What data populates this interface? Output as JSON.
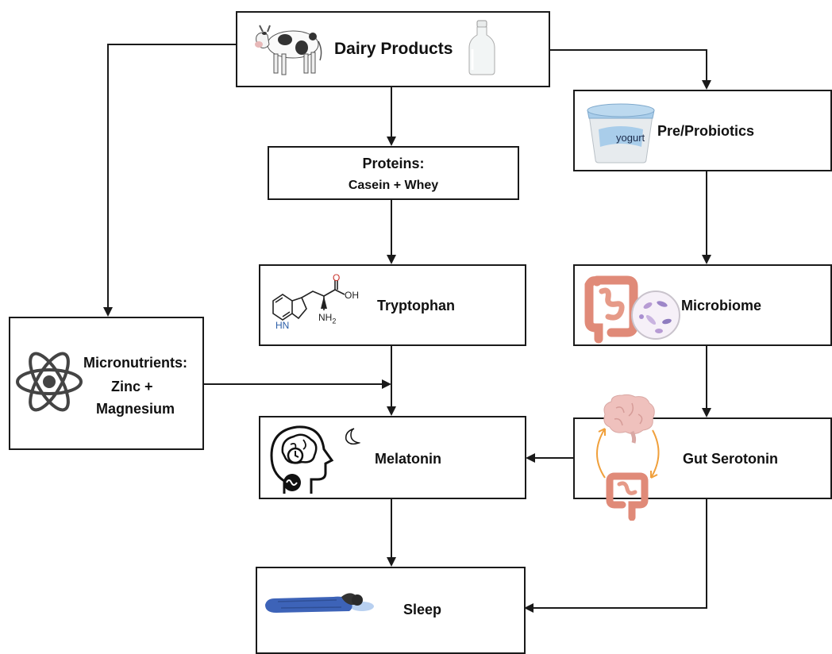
{
  "nodes": {
    "dairy": {
      "label": "Dairy Products"
    },
    "proteins": {
      "line1": "Proteins:",
      "line2": "Casein + Whey"
    },
    "probiotics": {
      "label": "Pre/Probiotics",
      "cup_text": "yogurt"
    },
    "tryptophan": {
      "label": "Tryptophan",
      "mol_oh": "OH",
      "mol_nh2": "NH",
      "mol_nh2_sub": "2",
      "mol_hn": "HN",
      "mol_o": "O"
    },
    "microbiome": {
      "label": "Microbiome"
    },
    "micronutrients": {
      "line1": "Micronutrients:",
      "line2": "Zinc +",
      "line3": "Magnesium"
    },
    "melatonin": {
      "label": "Melatonin"
    },
    "serotonin": {
      "label": "Gut Serotonin"
    },
    "sleep": {
      "label": "Sleep"
    }
  },
  "edges": [
    {
      "from": "dairy",
      "to": "proteins"
    },
    {
      "from": "dairy",
      "to": "probiotics"
    },
    {
      "from": "dairy",
      "to": "micronutrients"
    },
    {
      "from": "proteins",
      "to": "tryptophan"
    },
    {
      "from": "probiotics",
      "to": "microbiome"
    },
    {
      "from": "tryptophan",
      "to": "melatonin"
    },
    {
      "from": "micronutrients",
      "to": "melatonin"
    },
    {
      "from": "microbiome",
      "to": "serotonin"
    },
    {
      "from": "serotonin",
      "to": "melatonin"
    },
    {
      "from": "melatonin",
      "to": "sleep"
    },
    {
      "from": "serotonin",
      "to": "sleep"
    }
  ],
  "colors": {
    "border": "#1a1a1a",
    "arrow": "#1a1a1a",
    "intestine": "#e08a78",
    "brain": "#efc1bd",
    "cycle_arrow": "#f0a03c",
    "sleeping_bag": "#3d63b8",
    "atom": "#444444"
  },
  "icons": {
    "dairy_left": "cow-icon",
    "dairy_right": "milk-bottle-icon",
    "probiotics": "yogurt-cup-icon",
    "tryptophan": "tryptophan-molecule-icon",
    "microbiome": "intestine-bacteria-icon",
    "micronutrients": "atom-icon",
    "melatonin": "head-brain-clock-icon",
    "melatonin_moon": "moon-icon",
    "serotonin": "brain-gut-cycle-icon",
    "sleep": "sleeping-person-icon"
  }
}
